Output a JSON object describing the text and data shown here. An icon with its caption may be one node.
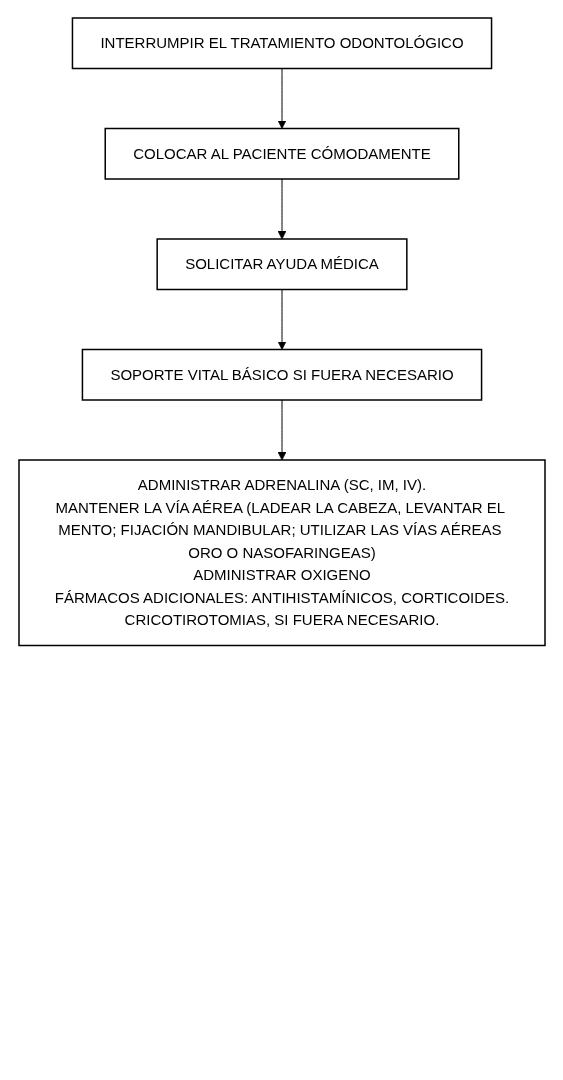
{
  "diagram": {
    "nodes": [
      {
        "text": [
          "INTERRUMPIR EL TRATAMIENTO ODONTOLÓGICO"
        ]
      },
      {
        "text": [
          "COLOCAR AL PACIENTE CÓMODAMENTE"
        ]
      },
      {
        "text": [
          "SOLICITAR AYUDA MÉDICA"
        ]
      },
      {
        "text": [
          "SOPORTE VITAL BÁSICO SI FUERA NECESARIO"
        ]
      },
      {
        "text": [
          "ADMINISTRAR ADRENALINA (SC, IM, IV).",
          "MANTENER LA VÍA AÉREA (LADEAR LA CABEZA, LEVANTAR EL MENTO; FIJACIÓN MANDIBULAR; UTILIZAR LAS VÍAS AÉREAS ORO O NASOFARINGEAS)",
          "ADMINISTRAR OXIGENO",
          "FÁRMACOS ADICIONALES: ANTIHISTAMÍNICOS, CORTICOIDES.",
          "CRICOTIROTOMIAS, SI FUERA NECESARIO."
        ]
      }
    ],
    "edges": [
      {
        "from": 0,
        "to": 1,
        "arrow": "to"
      },
      {
        "from": 1,
        "to": 2,
        "arrow": "to"
      },
      {
        "from": 2,
        "to": 3,
        "arrow": "to"
      },
      {
        "from": 3,
        "to": 4,
        "arrow": "to"
      }
    ]
  }
}
